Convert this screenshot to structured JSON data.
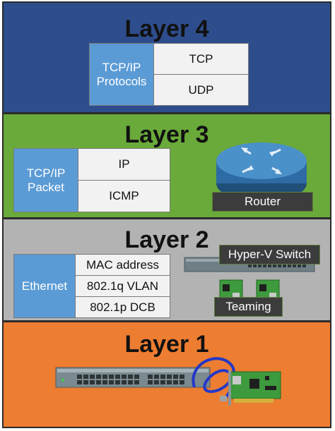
{
  "colors": {
    "layer4": "#2e4d8c",
    "layer3": "#6aaa3a",
    "layer2": "#b3b3b3",
    "layer1": "#ed7d31",
    "table_header": "#5b9bd5",
    "table_cell": "#f2f2f2",
    "label_box": "#3c3c3c"
  },
  "layer4": {
    "title": "Layer 4",
    "header": "TCP/IP Protocols",
    "rows": [
      "TCP",
      "UDP"
    ]
  },
  "layer3": {
    "title": "Layer 3",
    "header": "TCP/IP Packet",
    "rows": [
      "IP",
      "ICMP"
    ],
    "device_label": "Router"
  },
  "layer2": {
    "title": "Layer 2",
    "header": "Ethernet",
    "rows": [
      "MAC address",
      "802.1q VLAN",
      "802.1p DCB"
    ],
    "switch_label": "Hyper-V Switch",
    "teaming_label": "Teaming"
  },
  "layer1": {
    "title": "Layer 1"
  }
}
